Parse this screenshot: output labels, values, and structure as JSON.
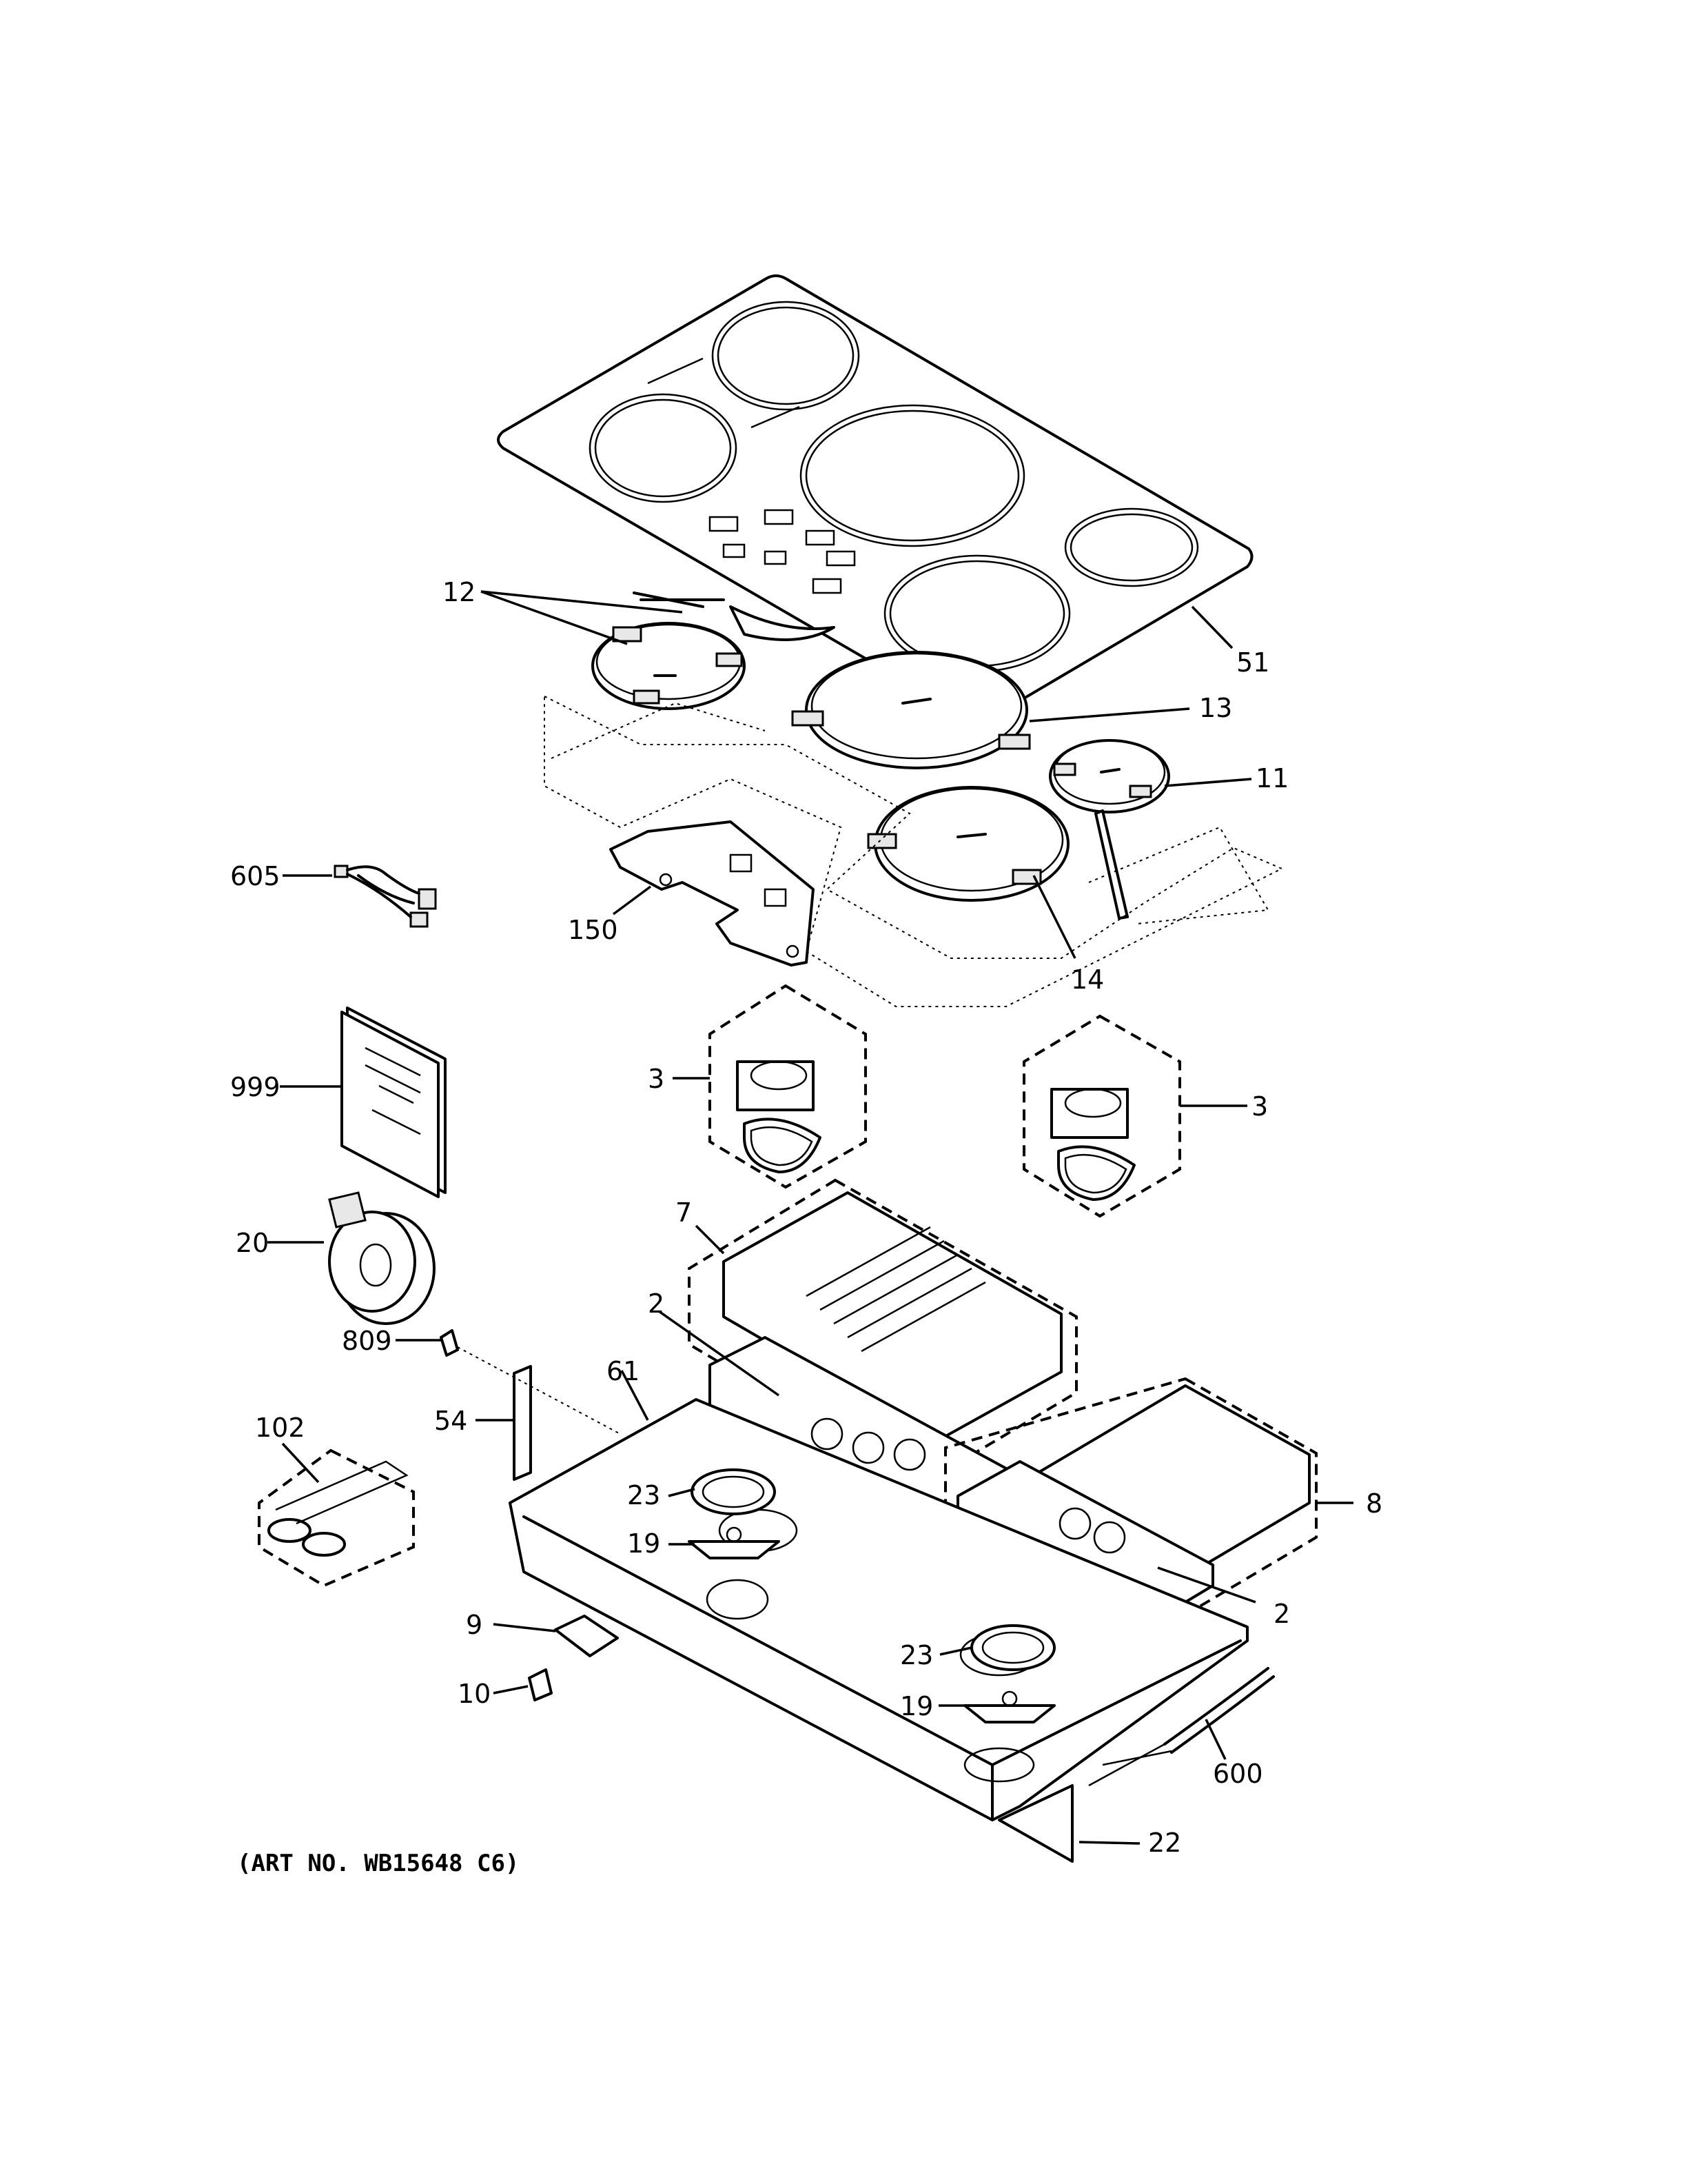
{
  "art_number": "(ART NO. WB15648 C6)",
  "labels": {
    "p12": "12",
    "p51": "51",
    "p13": "13",
    "p11": "11",
    "p605": "605",
    "p150": "150",
    "p14": "14",
    "p3a": "3",
    "p3b": "3",
    "p999": "999",
    "p20": "20",
    "p7": "7",
    "p2a": "2",
    "p809": "809",
    "p61": "61",
    "p54": "54",
    "p102": "102",
    "p8": "8",
    "p23a": "23",
    "p19a": "19",
    "p2b": "2",
    "p9": "9",
    "p23b": "23",
    "p10": "10",
    "p19b": "19",
    "p600": "600",
    "p22": "22"
  }
}
